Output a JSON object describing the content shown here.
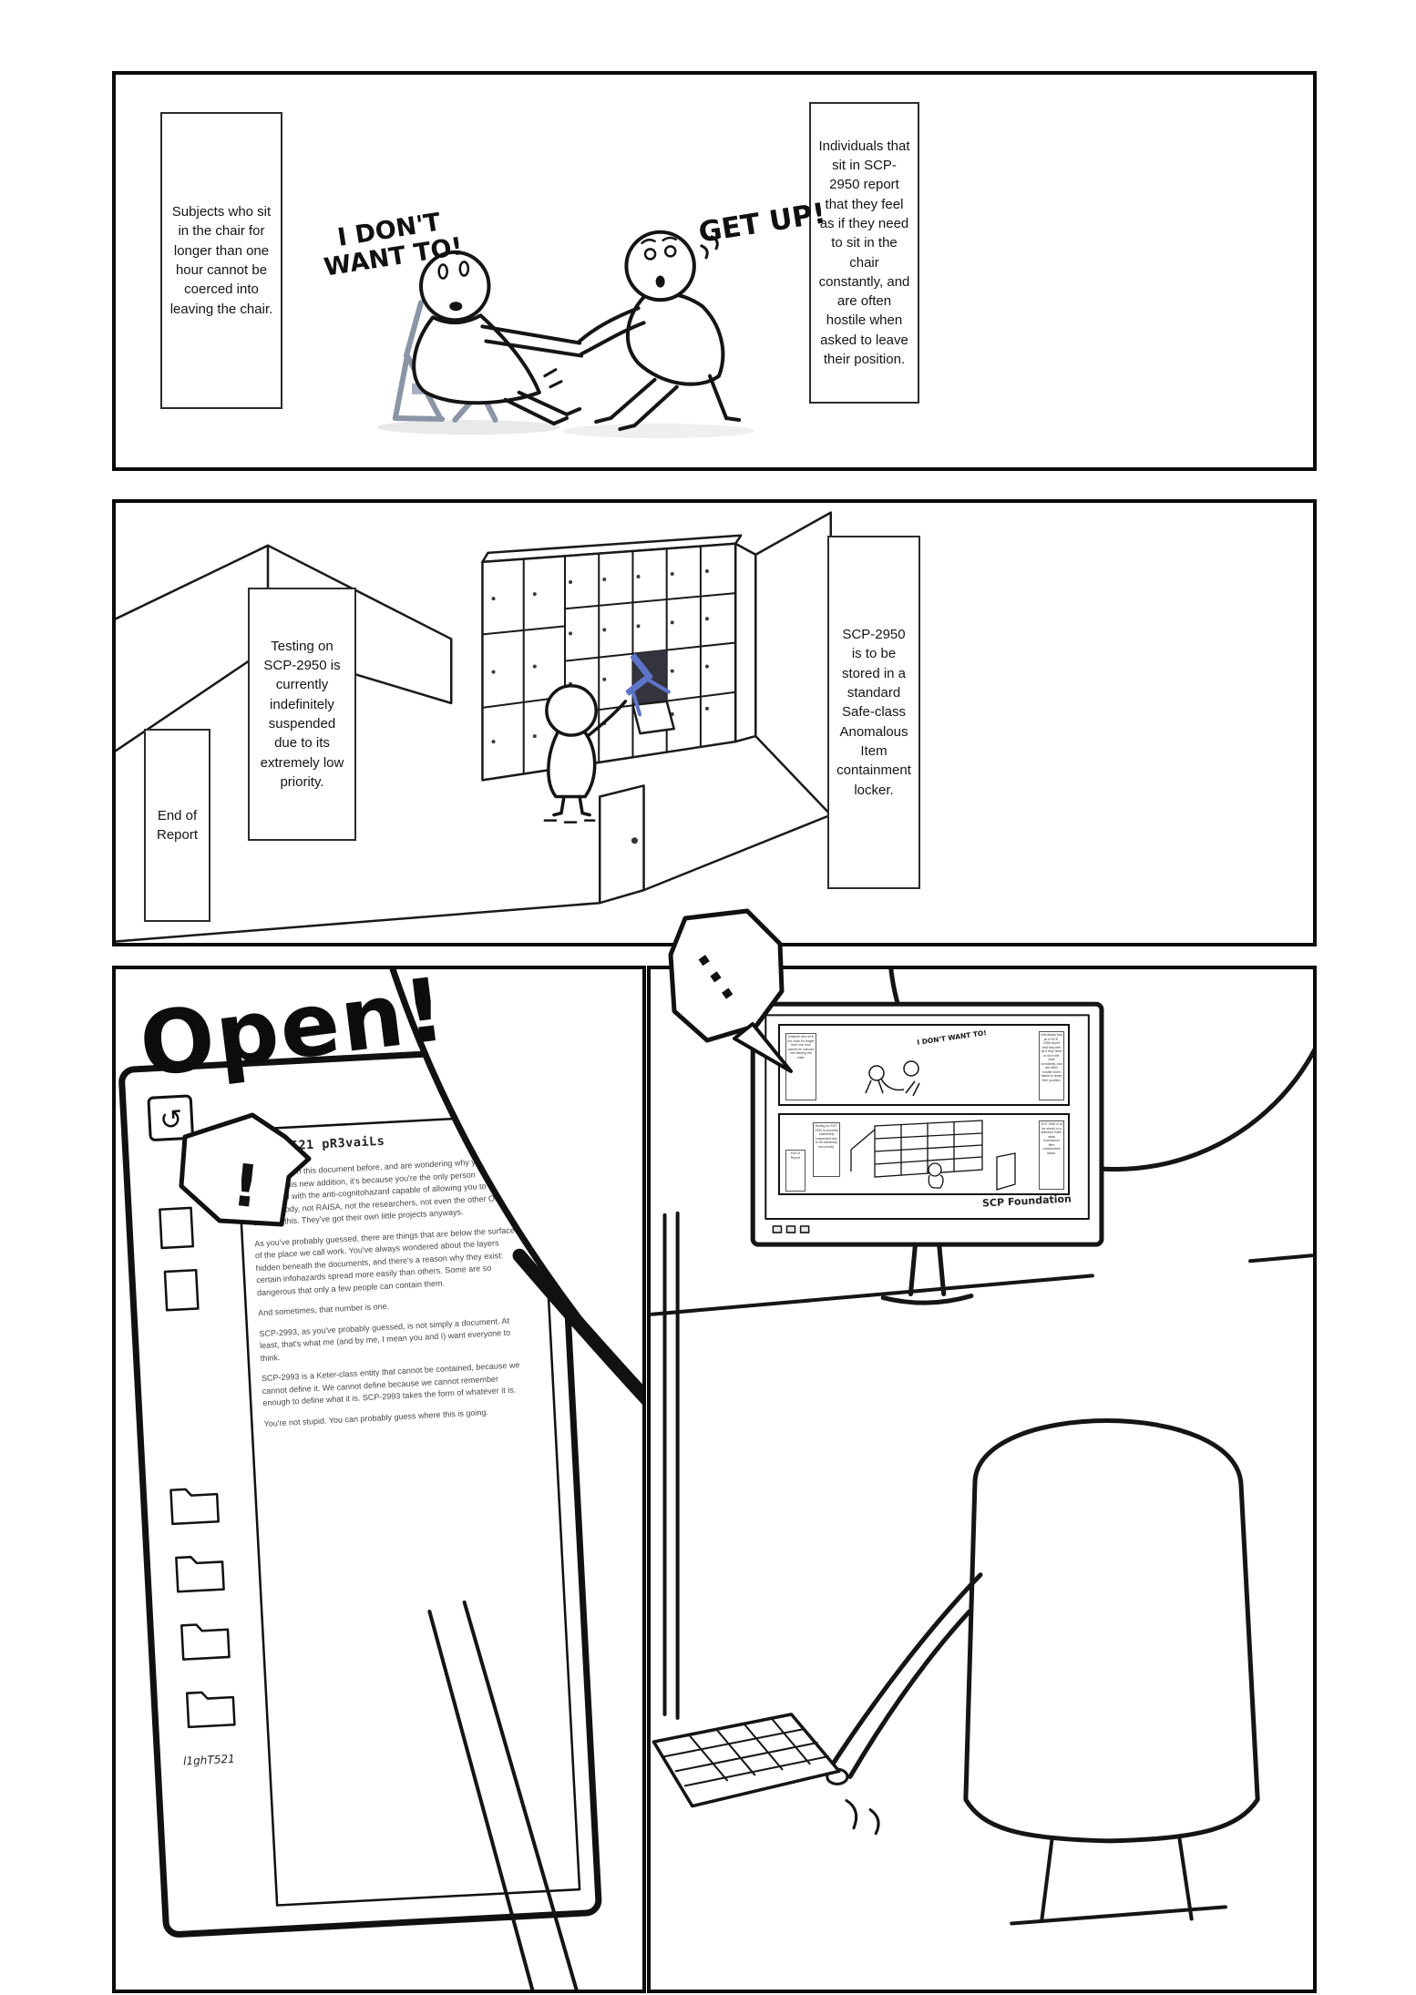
{
  "colors": {
    "chair_blue": "#5d74c8",
    "chair_gray": "#8b95a6"
  },
  "panel1": {
    "caption_left": "Subjects who sit in the chair for longer than one hour cannot be coerced into leaving the chair.",
    "caption_right": "Individuals that sit in SCP-2950 report that they feel as if they need to sit in the chair constantly, and are often hostile when asked to leave their position.",
    "speech_sitting": "I DON'T WANT TO!",
    "speech_pulling": "GET UP!"
  },
  "panel2": {
    "caption_testing": "Testing on SCP-2950 is currently indefinitely suspended due to its extremely low priority.",
    "caption_end_of_report": "End of Report",
    "caption_storage": "SCP-2950 is to be stored in a standard Safe-class Anomalous Item containment locker."
  },
  "panel3": {
    "open_label": "Open!",
    "exclamation": "!",
    "folder_label": "l1ghT521",
    "document": {
      "title": "l1ghT521 pR3vaiLs",
      "paragraphs": [
        "If you've seen this document before, and are wondering why you can now see this new addition, it's because you're the only person inoculated with the anti-cognitohazard capable of allowing you to see this. Nobody, not RAISA, not the researchers, not even the other O5's can see this. They've got their own little projects anyways.",
        "As you've probably guessed, there are things that are below the surface of the place we call work. You've always wondered about the layers hidden beneath the documents, and there's a reason why they exist: certain infohazards spread more easily than others. Some are so dangerous that only a few people can contain them.",
        "And sometimes, that number is one.",
        "SCP-2993, as you've probably guessed, is not simply a document. At least, that's what me (and by me, I mean you and I) want everyone to think.",
        "SCP-2993 is a Keter-class entity that cannot be contained, because we cannot define it. We cannot define because we cannot remember enough to define what it is. SCP-2993 takes the form of whatever it is.",
        "You're not stupid. You can probably guess where this is going."
      ]
    }
  },
  "panel4": {
    "thought_dots": "...",
    "screen": {
      "signature": "SCP Foundation"
    }
  }
}
